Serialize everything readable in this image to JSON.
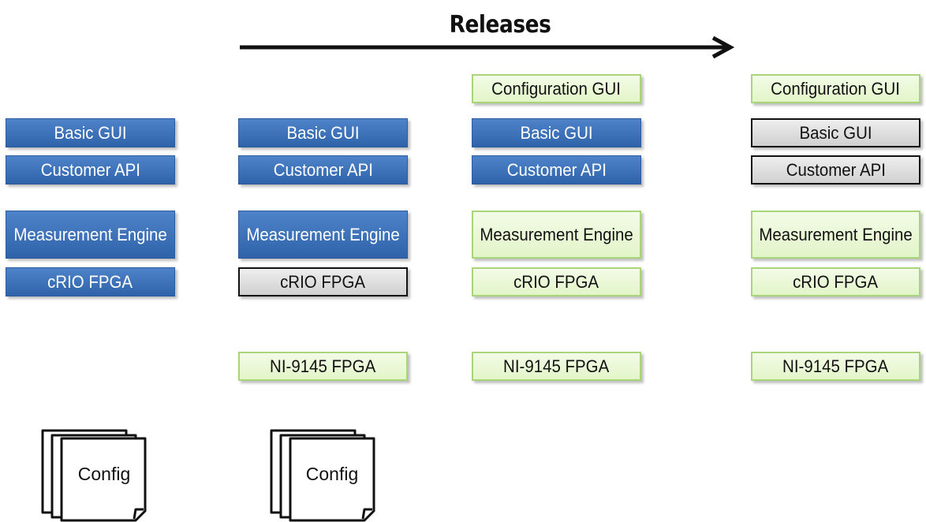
{
  "title": "Releases",
  "releases": [
    {
      "boxes": {
        "basic_gui": "Basic GUI",
        "customer_api": "Customer API",
        "measurement_engine": "Measurement Engine",
        "crio_fpga": "cRIO FPGA"
      },
      "config": "Config"
    },
    {
      "boxes": {
        "basic_gui": "Basic GUI",
        "customer_api": "Customer API",
        "measurement_engine": "Measurement Engine",
        "crio_fpga": "cRIO FPGA",
        "ni9145_fpga": "NI-9145 FPGA"
      },
      "config": "Config"
    },
    {
      "boxes": {
        "configuration_gui": "Configuration GUI",
        "basic_gui": "Basic GUI",
        "customer_api": "Customer API",
        "measurement_engine": "Measurement Engine",
        "crio_fpga": "cRIO FPGA",
        "ni9145_fpga": "NI-9145 FPGA"
      }
    },
    {
      "boxes": {
        "configuration_gui": "Configuration GUI",
        "basic_gui": "Basic GUI",
        "customer_api": "Customer API",
        "measurement_engine": "Measurement Engine",
        "crio_fpga": "cRIO FPGA",
        "ni9145_fpga": "NI-9145 FPGA"
      }
    }
  ],
  "colors": {
    "blue_fill": "#3a6fb8",
    "green_fill": "#e8f7d2",
    "green_border": "#a8d47a",
    "gray_fill": "#dcdcdc"
  }
}
